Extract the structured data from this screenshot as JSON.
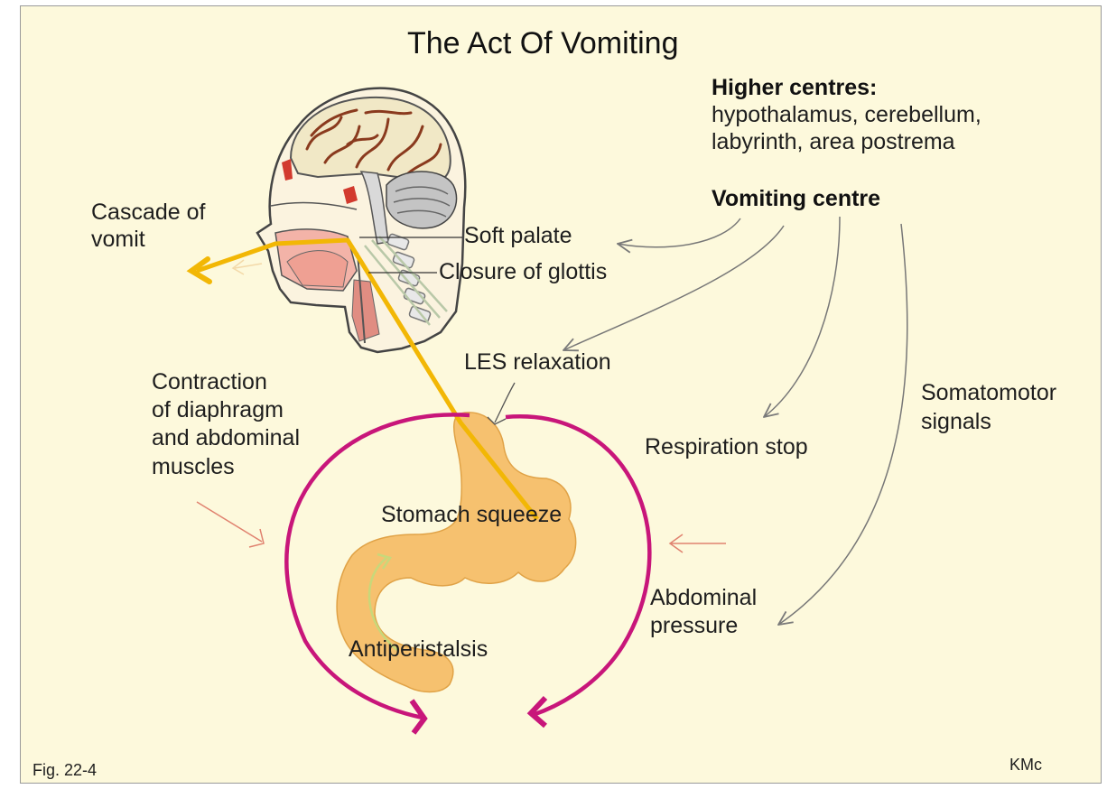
{
  "diagram": {
    "title": "The Act Of Vomiting",
    "higher_centres": {
      "heading": "Higher centres:",
      "line1": "hypothalamus, cerebellum,",
      "line2": "labyrinth, area postrema"
    },
    "vomiting_centre": "Vomiting centre",
    "cascade": {
      "line1": "Cascade of",
      "line2": "vomit"
    },
    "soft_palate": "Soft palate",
    "closure_glottis": "Closure of glottis",
    "les_relaxation": "LES relaxation",
    "contraction": {
      "line1": "Contraction",
      "line2": "of diaphragm",
      "line3": "and abdominal",
      "line4": "muscles"
    },
    "somatomotor": {
      "line1": "Somatomotor",
      "line2": "signals"
    },
    "respiration_stop": "Respiration stop",
    "stomach_squeeze": "Stomach squeeze",
    "abdominal_pressure": {
      "line1": "Abdominal",
      "line2": "pressure"
    },
    "antiperistalsis": "Antiperistalsis",
    "figure_number": "Fig. 22-4",
    "author": "KMc"
  },
  "colors": {
    "background": "#fdf9dc",
    "vomit_path": "#f2b705",
    "pressure_arrows": "#c8167a",
    "stomach": "#f6c16f",
    "brain": "#f3ecd0",
    "brain_folds": "#8a3a1e",
    "cerebellum": "#bdbdbd",
    "throat_tissue": "#f3b3a8",
    "text": "#1e1e1e"
  }
}
